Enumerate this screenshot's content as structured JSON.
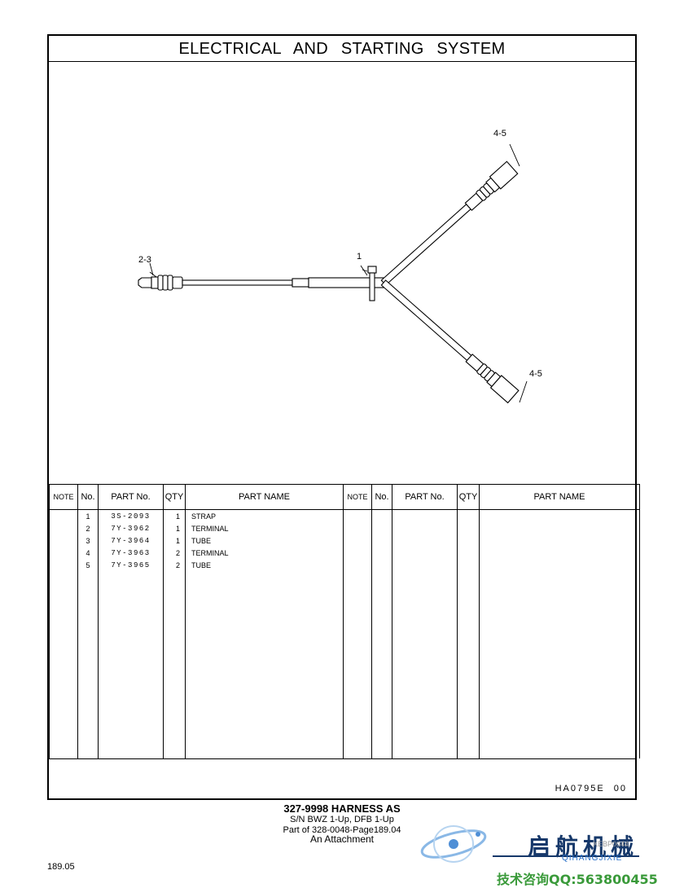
{
  "document": {
    "title": "ELECTRICAL AND STARTING SYSTEM",
    "callouts": [
      "4-5",
      "2-3",
      "1",
      "4-5"
    ],
    "table": {
      "headers": [
        "NOTE",
        "No.",
        "PART No.",
        "QTY",
        "PART NAME",
        "NOTE",
        "No.",
        "PART No.",
        "QTY",
        "PART NAME"
      ],
      "rows": [
        {
          "no": "1",
          "part_no": "3S-2093",
          "qty": "1",
          "name": "STRAP"
        },
        {
          "no": "2",
          "part_no": "7Y-3962",
          "qty": "1",
          "name": "TERMINAL"
        },
        {
          "no": "3",
          "part_no": "7Y-3964",
          "qty": "1",
          "name": "TUBE"
        },
        {
          "no": "4",
          "part_no": "7Y-3963",
          "qty": "2",
          "name": "TERMINAL"
        },
        {
          "no": "5",
          "part_no": "7Y-3965",
          "qty": "2",
          "name": "TUBE"
        }
      ]
    },
    "illustration_code": "HA0795E 00",
    "caption": {
      "line1": "327-9998 HARNESS AS",
      "line2": "S/N BWZ 1-Up, DFB 1-Up",
      "line3": "Part of 328-0048-Page189.04",
      "line4": "An Attachment"
    },
    "page_number": "189.05"
  },
  "watermark": {
    "brand_cn": "启航机械",
    "brand_pinyin": "QIHANGJIXIE",
    "code": "XEBP0044",
    "contact": "技术咨询QQ:563800455",
    "colors": {
      "brand": "#16386a",
      "accent": "#2a70c8",
      "contact": "#3a9a3a"
    }
  }
}
